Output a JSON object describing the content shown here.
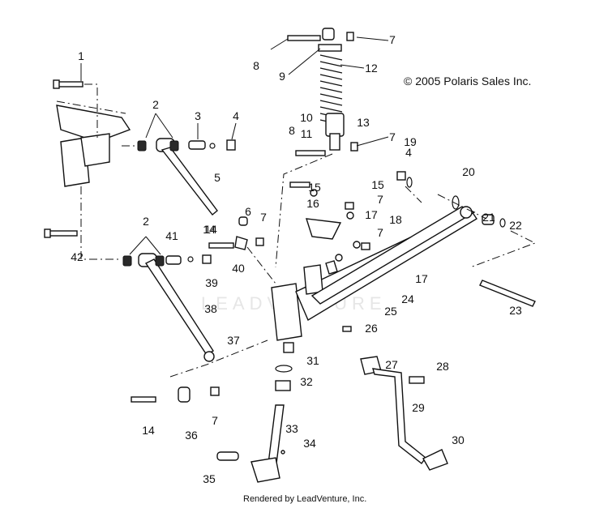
{
  "diagram": {
    "copyright": "© 2005 Polaris Sales Inc.",
    "rendered_by": "Rendered by LeadVenture, Inc.",
    "watermark": "LEADVENTURE",
    "callouts": [
      "1",
      "2",
      "3",
      "4",
      "5",
      "6",
      "7",
      "8",
      "9",
      "10",
      "11",
      "12",
      "13",
      "14",
      "15",
      "16",
      "17",
      "18",
      "19",
      "20",
      "21",
      "22",
      "23",
      "24",
      "25",
      "26",
      "27",
      "28",
      "29",
      "30",
      "31",
      "32",
      "33",
      "34",
      "35",
      "36",
      "37",
      "38",
      "39",
      "40",
      "41",
      "42"
    ]
  }
}
